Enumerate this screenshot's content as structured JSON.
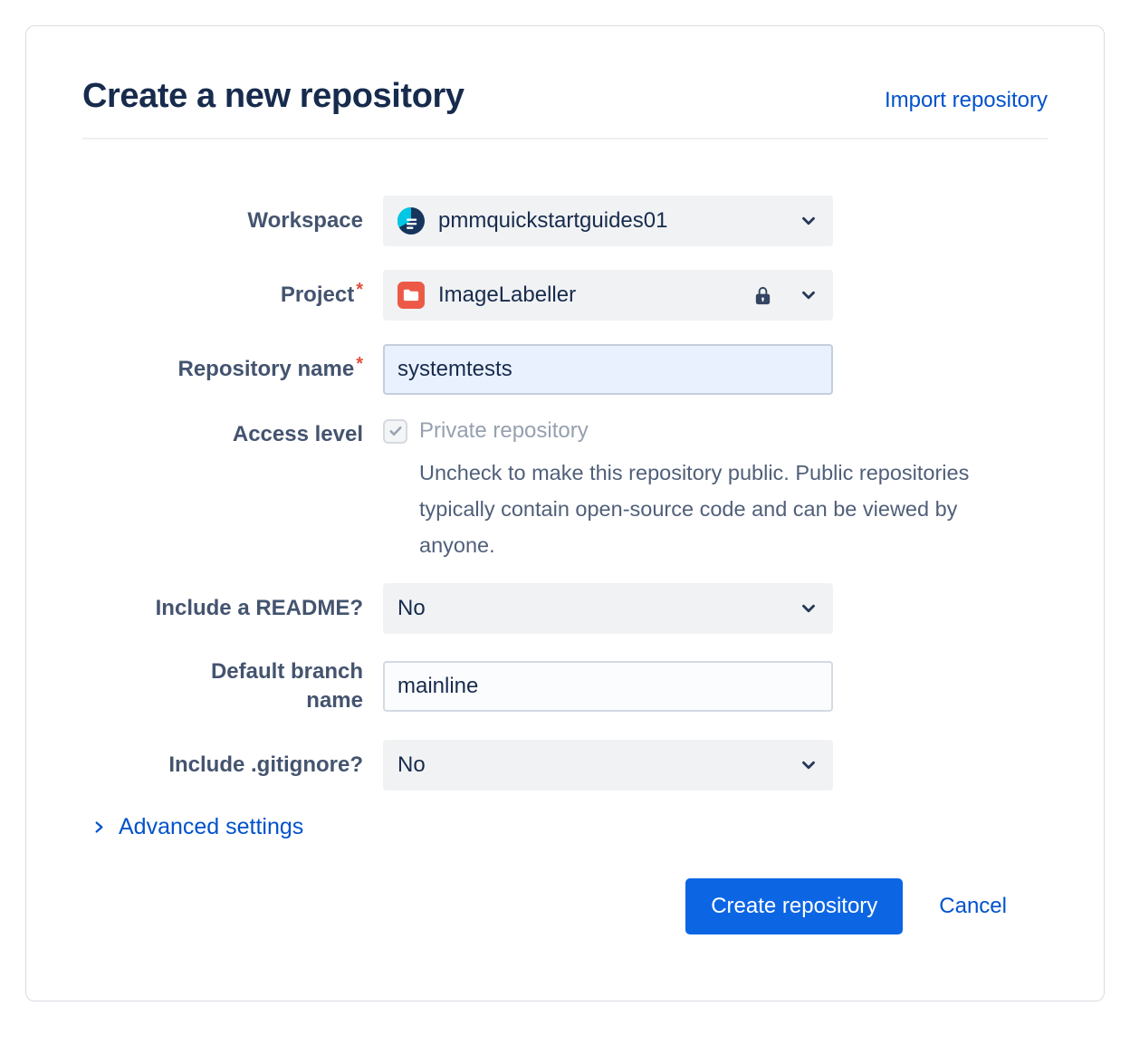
{
  "dialog": {
    "title": "Create a new repository",
    "import_link": "Import repository"
  },
  "form": {
    "workspace": {
      "label": "Workspace",
      "value": "pmmquickstartguides01"
    },
    "project": {
      "label": "Project",
      "required_marker": "*",
      "value": "ImageLabeller"
    },
    "repository_name": {
      "label": "Repository name",
      "required_marker": "*",
      "value": "systemtests"
    },
    "access_level": {
      "label": "Access level",
      "checkbox_label": "Private repository",
      "checkbox_checked": true,
      "help": "Uncheck to make this repository public. Public repositories typically contain open-source code and can be viewed by anyone."
    },
    "include_readme": {
      "label": "Include a README?",
      "value": "No"
    },
    "default_branch": {
      "label": "Default branch name",
      "value": "mainline"
    },
    "include_gitignore": {
      "label": "Include .gitignore?",
      "value": "No"
    }
  },
  "advanced_settings": {
    "label": "Advanced settings"
  },
  "actions": {
    "create": "Create repository",
    "cancel": "Cancel"
  },
  "colors": {
    "primary": "#0C66E4",
    "link": "#0052CC",
    "heading": "#172B4D",
    "label": "#44546F",
    "danger": "#E34F3E",
    "fieldbg": "#F1F2F4",
    "autofillbg": "#E9F1FE"
  }
}
